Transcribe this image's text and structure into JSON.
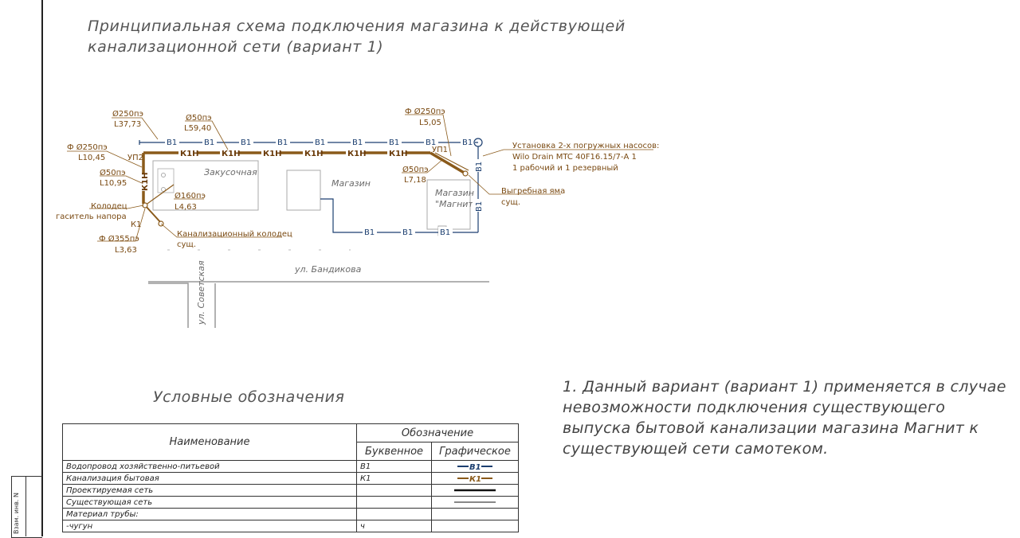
{
  "title": {
    "line1": "Принципиальная схема подключения магазина к действующей",
    "line2": "канализационной сети (вариант 1)"
  },
  "stamp": {
    "label": "Взам. инв. N"
  },
  "diagram": {
    "pipe_labels": {
      "d250_l37": {
        "d": "Ø250пэ",
        "l": "L37,73"
      },
      "d50_l59": {
        "d": "Ø50пэ",
        "l": "L59,40"
      },
      "d250_l10": {
        "d": "Ф Ø250пэ",
        "l": "L10,45"
      },
      "d50_l10": {
        "d": "Ø50пэ",
        "l": "L10,95"
      },
      "d160_l4": {
        "d": "Ø160пэ",
        "l": "L4,63"
      },
      "d355_l3": {
        "d": "Ф Ø355пэ",
        "l": "L3,63"
      },
      "d250_l5": {
        "d": "Ф Ø250пэ",
        "l": "L5,05"
      },
      "d50_l7": {
        "d": "Ø50пэ",
        "l": "L7,18"
      }
    },
    "line_codes": {
      "water": "В1",
      "sewer": "К1",
      "sewer_pressure": "К1Н"
    },
    "nodes": {
      "up1": "УП1",
      "up2": "УП2"
    },
    "callouts": {
      "well_damper": [
        "Колодец",
        "гаситель напора"
      ],
      "sewer_well": [
        "Канализационный колодец",
        "сущ."
      ],
      "pump_install": [
        "Установка 2-х погружных насосов:",
        "Wilo Drain MTC 40F16.15/7-А 1",
        "1 рабочий и 1 резервный"
      ],
      "cesspit": [
        "Выгребная яма",
        "сущ."
      ]
    },
    "buildings": {
      "snack": "Закусочная",
      "shop": "Магазин",
      "magnit_1": "Магазин",
      "magnit_2": "\"Магнит\""
    },
    "streets": {
      "bandikova": "ул. Бандикова",
      "sovetskaya": "ул. Советская"
    },
    "colors": {
      "water": "#1c3f70",
      "sewer": "#8a5a1a",
      "gray": "#7a7a7a"
    }
  },
  "note": "1. Данный вариант (вариант 1) применяется в случае невозможности подключения существующего выпуска бытовой канализации магазина Магнит к существующей сети самотеком.",
  "legend": {
    "title": "Условные обозначения",
    "headers": {
      "name": "Наименование",
      "designation": "Обозначение",
      "letter": "Буквенное",
      "graphic": "Графическое"
    },
    "rows": [
      {
        "name": "Водопровод хозяйственно-питьевой",
        "letter": "В1",
        "graphic": "В1"
      },
      {
        "name": "Канализация бытовая",
        "letter": "К1",
        "graphic": "К1"
      },
      {
        "name": "Проектируемая сеть",
        "letter": "",
        "graphic": ""
      },
      {
        "name": "Существующая сеть",
        "letter": "",
        "graphic": ""
      },
      {
        "name": "Материал трубы:",
        "letter": "",
        "graphic": ""
      },
      {
        "name": "-чугун",
        "letter": "ч",
        "graphic": ""
      }
    ]
  }
}
